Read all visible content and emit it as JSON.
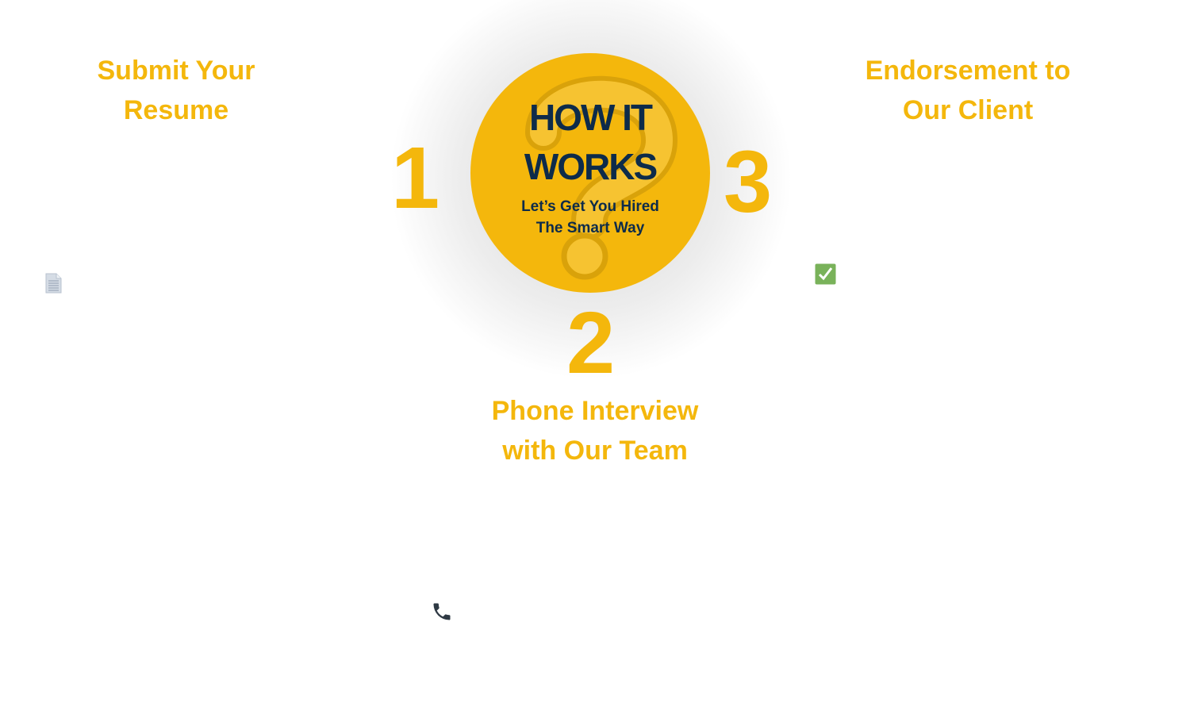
{
  "hero": {
    "title_line1": "HOW IT",
    "title_line2": "WORKS",
    "subtitle_line1": "Let’s Get You Hired",
    "subtitle_line2": "The Smart Way",
    "question_mark": "?"
  },
  "steps": [
    {
      "number": "1",
      "title_line1": "Submit Your",
      "title_line2": "Resume",
      "icon": "document-icon"
    },
    {
      "number": "2",
      "title_line1": "Phone Interview",
      "title_line2": "with Our Team",
      "icon": "phone-icon"
    },
    {
      "number": "3",
      "title_line1": "Endorsement to",
      "title_line2": "Our Client",
      "icon": "checkbox-icon"
    }
  ],
  "colors": {
    "accent": "#f4b70c",
    "navy": "#0d2b4a"
  }
}
